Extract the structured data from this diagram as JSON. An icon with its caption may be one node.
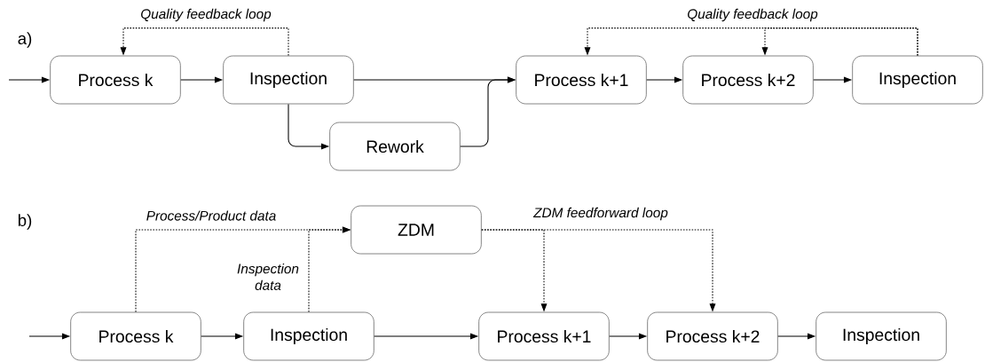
{
  "diagram": {
    "nodes": [
      {
        "text": [
          "Process k"
        ]
      },
      {
        "text": [
          "Inspection"
        ]
      },
      {
        "text": [
          "Rework"
        ]
      },
      {
        "text": [
          "Process k+1"
        ]
      },
      {
        "text": [
          "Process k+2"
        ]
      },
      {
        "text": [
          "Inspection"
        ]
      },
      {
        "text": [
          "ZDM"
        ]
      },
      {
        "text": [
          "Process k"
        ]
      },
      {
        "text": [
          "Inspection"
        ]
      },
      {
        "text": [
          "Process k+1"
        ]
      },
      {
        "text": [
          "Process k+2"
        ]
      },
      {
        "text": [
          "Inspection"
        ]
      }
    ],
    "edges": [
      {
        "from": null,
        "to": 0,
        "arrow": "to"
      },
      {
        "from": 0,
        "to": 1,
        "arrow": "to"
      },
      {
        "from": 1,
        "to": 3,
        "arrow": "to"
      },
      {
        "from": 1,
        "to": 2,
        "arrow": "to"
      },
      {
        "from": 2,
        "to": 3,
        "arrow": "to"
      },
      {
        "from": 1,
        "to": 0,
        "arrow": "to",
        "style": "dashed",
        "label": "Quality feedback loop"
      },
      {
        "from": 3,
        "to": 4,
        "arrow": "to"
      },
      {
        "from": 4,
        "to": 5,
        "arrow": "to"
      },
      {
        "from": 5,
        "to": 3,
        "arrow": "to",
        "style": "dashed",
        "label": "Quality feedback loop"
      },
      {
        "from": 5,
        "to": 4,
        "arrow": "to",
        "style": "dashed"
      },
      {
        "from": null,
        "to": 7,
        "arrow": "to"
      },
      {
        "from": 7,
        "to": 8,
        "arrow": "to"
      },
      {
        "from": 8,
        "to": 9,
        "arrow": "to"
      },
      {
        "from": 9,
        "to": 10,
        "arrow": "to"
      },
      {
        "from": 10,
        "to": 11,
        "arrow": "to"
      },
      {
        "from": 7,
        "to": 6,
        "arrow": "to",
        "style": "dashed",
        "label": "Process/Product data"
      },
      {
        "from": 8,
        "to": 6,
        "arrow": "to",
        "style": "dashed",
        "label": "Inspection data"
      },
      {
        "from": 6,
        "to": 9,
        "arrow": "to",
        "style": "dashed",
        "label": "ZDM feedforward loop"
      },
      {
        "from": 6,
        "to": 10,
        "arrow": "to",
        "style": "dashed"
      }
    ],
    "labels": [
      "a)",
      "b)"
    ]
  }
}
